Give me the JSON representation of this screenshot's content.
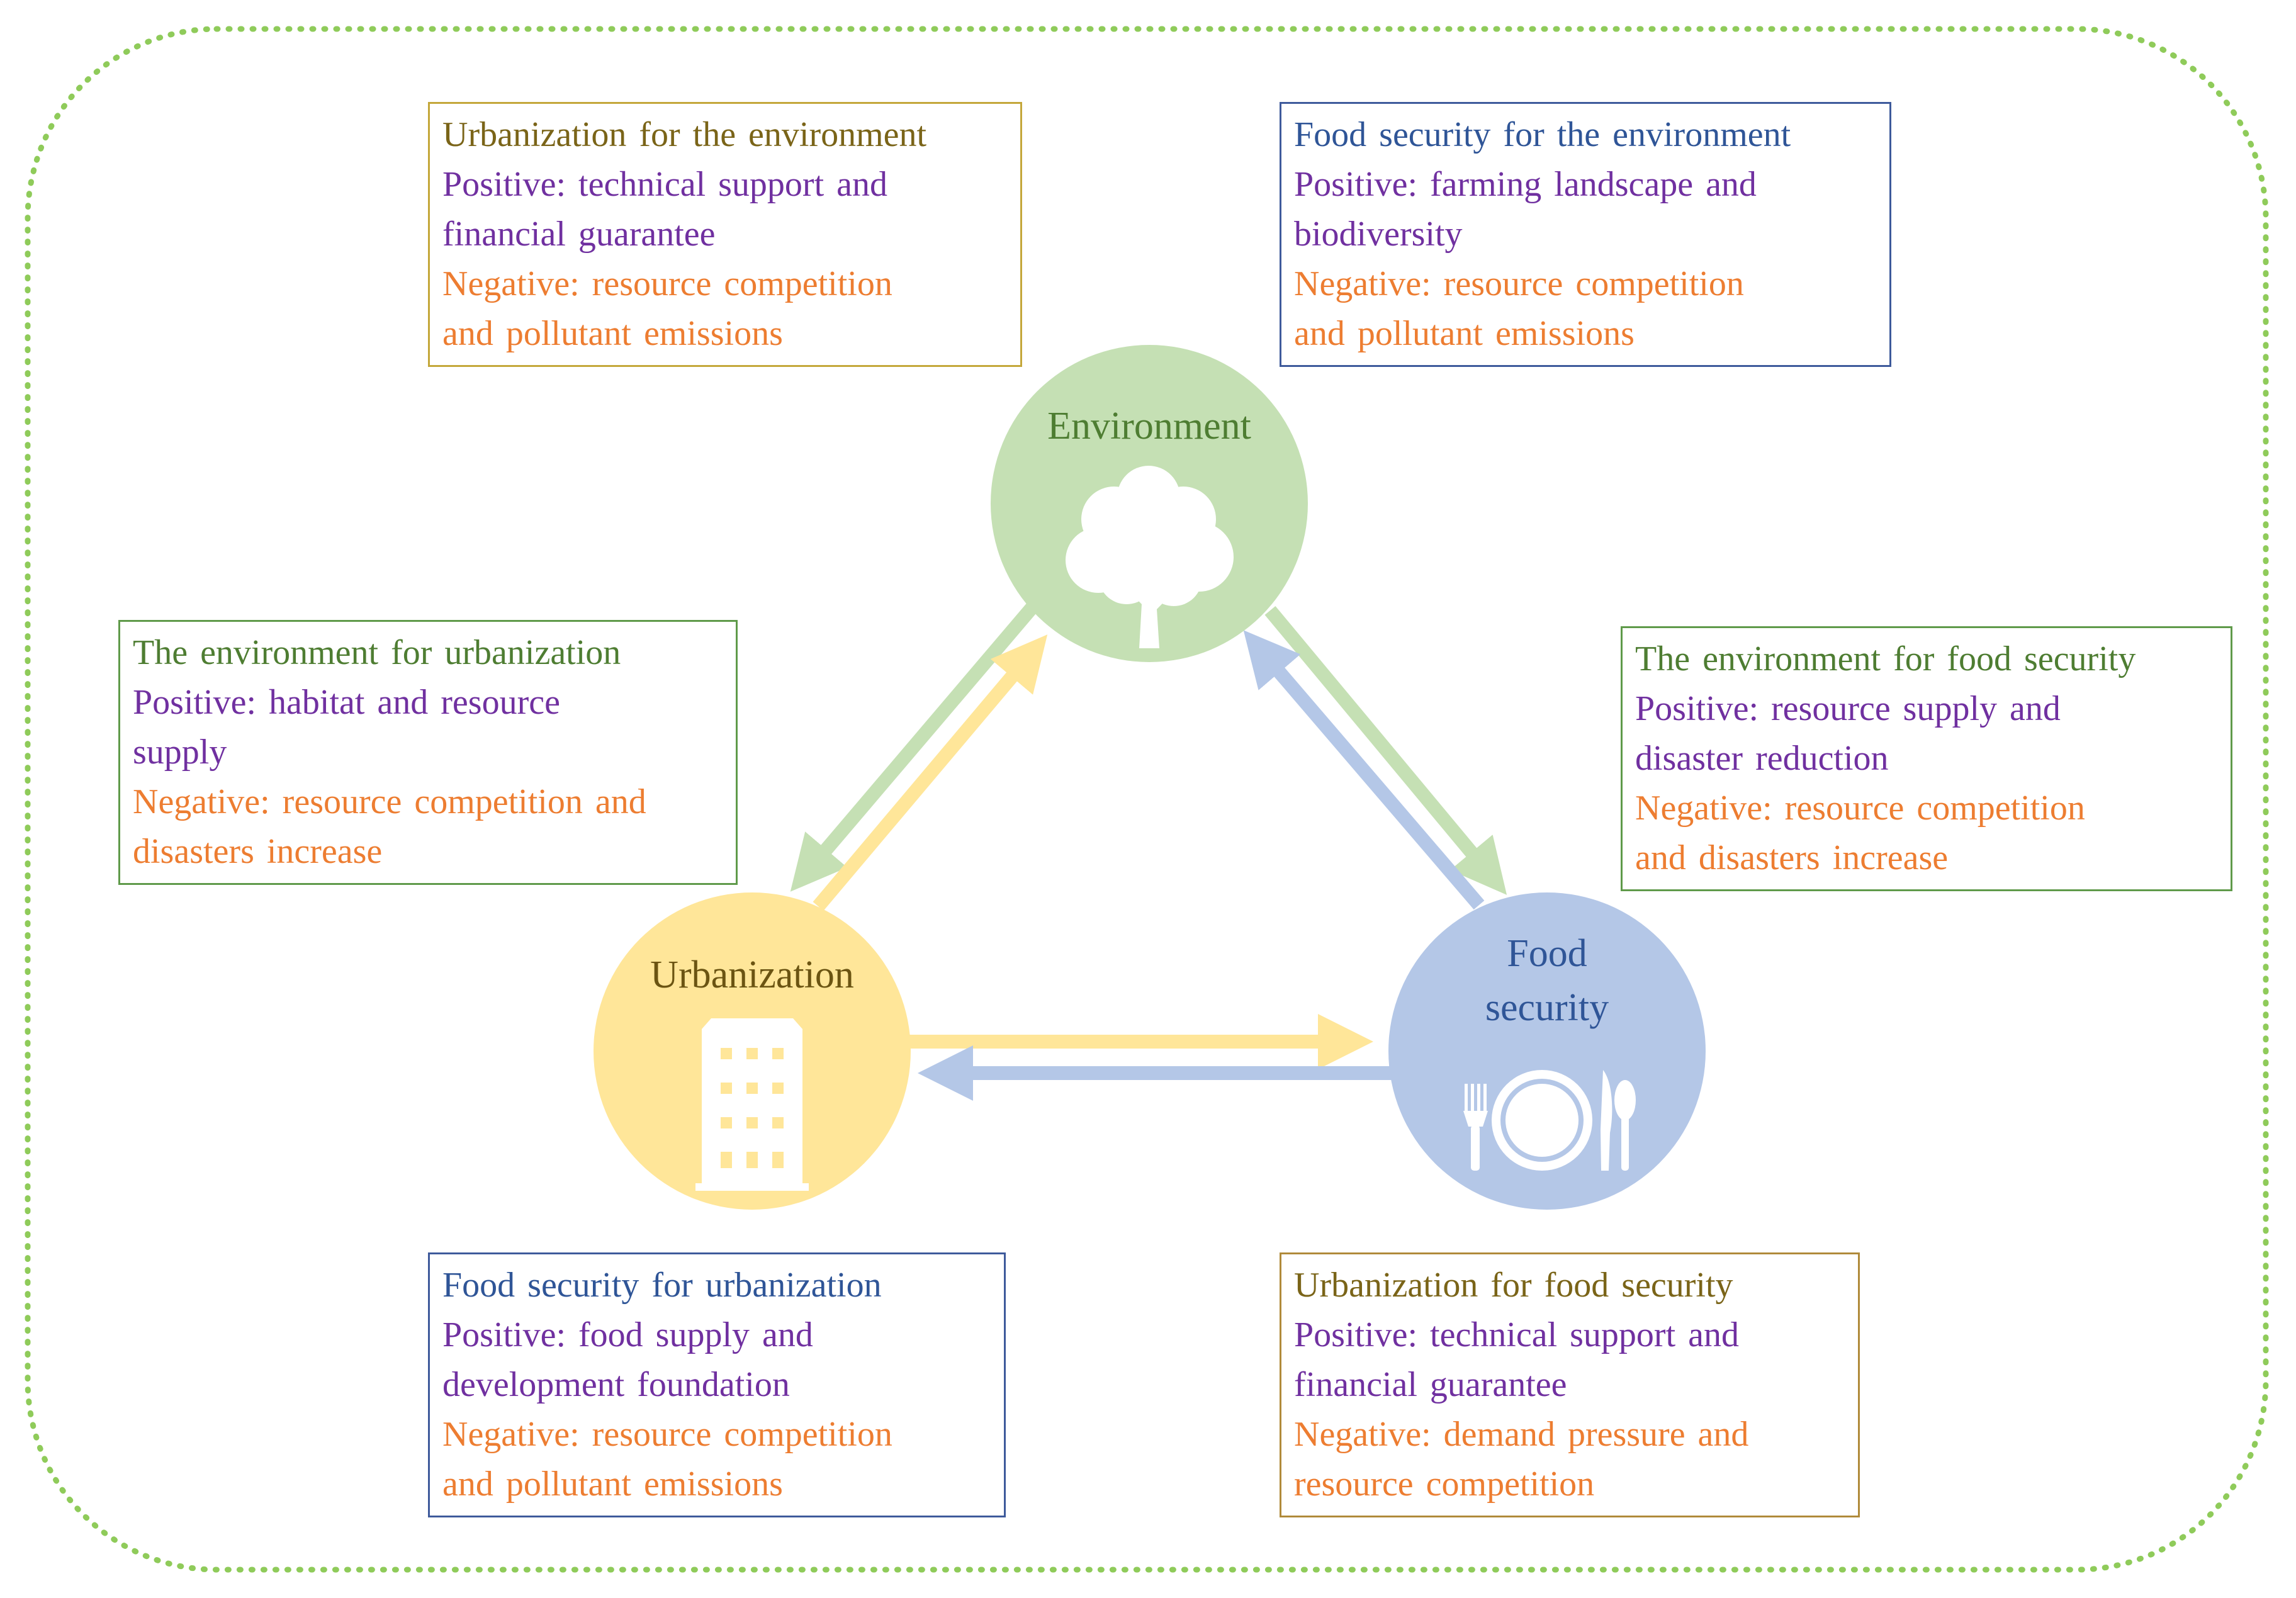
{
  "colors": {
    "frame_dots": "#8fcb5a",
    "env_circle": "#c5e0b4",
    "urb_circle": "#ffe699",
    "food_circle": "#b4c7e7",
    "env_arrow": "#c5e0b4",
    "urb_arrow": "#ffe699",
    "food_arrow": "#b4c7e7"
  },
  "nodes": {
    "environment": {
      "label": "Environment",
      "icon": "tree-icon"
    },
    "urbanization": {
      "label": "Urbanization",
      "icon": "building-icon"
    },
    "food_security": {
      "label_line1": "Food",
      "label_line2": "security",
      "icon": "plate-cutlery-icon"
    }
  },
  "boxes": {
    "urb_for_env": {
      "title": "Urbanization for the environment",
      "positive": [
        "Positive: technical support and",
        "financial guarantee"
      ],
      "negative": [
        "Negative: resource competition",
        "and pollutant emissions"
      ]
    },
    "food_for_env": {
      "title": "Food security for the environment",
      "positive": [
        "Positive: farming landscape and",
        "biodiversity"
      ],
      "negative": [
        "Negative: resource competition",
        "and pollutant emissions"
      ]
    },
    "env_for_urb": {
      "title": "The environment for urbanization",
      "positive": [
        "Positive: habitat and resource",
        "supply"
      ],
      "negative": [
        "Negative: resource competition and",
        "disasters increase"
      ]
    },
    "env_for_food": {
      "title": "The environment for food security",
      "positive": [
        "Positive: resource supply and",
        "disaster reduction"
      ],
      "negative": [
        "Negative: resource competition",
        "and disasters increase"
      ]
    },
    "food_for_urb": {
      "title": "Food security for urbanization",
      "positive": [
        "Positive: food supply and",
        "development foundation"
      ],
      "negative": [
        "Negative: resource competition",
        "and pollutant emissions"
      ]
    },
    "urb_for_food": {
      "title": "Urbanization for food security",
      "positive": [
        "Positive: technical support and",
        "financial guarantee"
      ],
      "negative": [
        "Negative: demand pressure and",
        "resource competition"
      ]
    }
  }
}
